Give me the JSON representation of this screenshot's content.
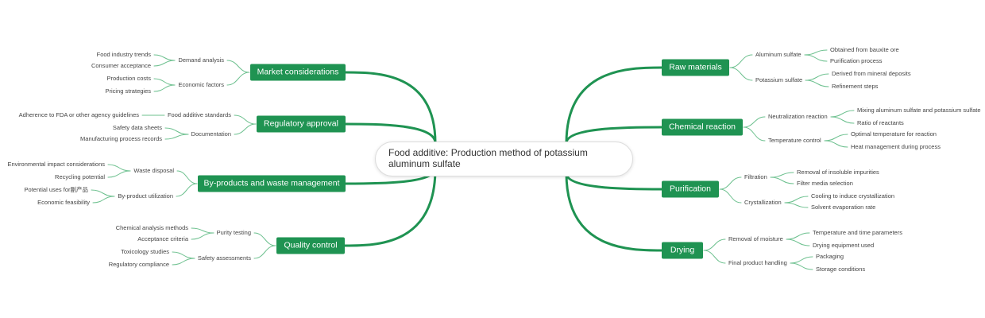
{
  "center": {
    "title": "Food additive: Production method of potassium aluminum sulfate"
  },
  "colors": {
    "branch": "#1f9352",
    "thin_link": "#6cc08e",
    "text": "#444444"
  },
  "left_branches": [
    {
      "label": "Market considerations",
      "children": [
        {
          "label": "Demand analysis",
          "children": [
            "Food industry trends",
            "Consumer acceptance"
          ]
        },
        {
          "label": "Economic factors",
          "children": [
            "Production costs",
            "Pricing strategies"
          ]
        }
      ]
    },
    {
      "label": "Regulatory approval",
      "children": [
        {
          "label": "Food additive standards",
          "children": [
            "Adherence to FDA or other agency guidelines"
          ]
        },
        {
          "label": "Documentation",
          "children": [
            "Safety data sheets",
            "Manufacturing process records"
          ]
        }
      ]
    },
    {
      "label": "By-products and waste management",
      "children": [
        {
          "label": "Waste disposal",
          "children": [
            "Environmental impact considerations",
            "Recycling potential"
          ]
        },
        {
          "label": "By-product utilization",
          "children": [
            "Potential uses for副产品",
            "Economic feasibility"
          ]
        }
      ]
    },
    {
      "label": "Quality control",
      "children": [
        {
          "label": "Purity testing",
          "children": [
            "Chemical analysis methods",
            "Acceptance criteria"
          ]
        },
        {
          "label": "Safety assessments",
          "children": [
            "Toxicology studies",
            "Regulatory compliance"
          ]
        }
      ]
    }
  ],
  "right_branches": [
    {
      "label": "Raw materials",
      "children": [
        {
          "label": "Aluminum sulfate",
          "children": [
            "Obtained from bauxite ore",
            "Purification process"
          ]
        },
        {
          "label": "Potassium sulfate",
          "children": [
            "Derived from mineral deposits",
            "Refinement steps"
          ]
        }
      ]
    },
    {
      "label": "Chemical reaction",
      "children": [
        {
          "label": "Neutralization reaction",
          "children": [
            "Mixing aluminum sulfate and potassium sulfate",
            "Ratio of reactants"
          ]
        },
        {
          "label": "Temperature control",
          "children": [
            "Optimal temperature for reaction",
            "Heat management during process"
          ]
        }
      ]
    },
    {
      "label": "Purification",
      "children": [
        {
          "label": "Filtration",
          "children": [
            "Removal of insoluble impurities",
            "Filter media selection"
          ]
        },
        {
          "label": "Crystallization",
          "children": [
            "Cooling to induce crystallization",
            "Solvent evaporation rate"
          ]
        }
      ]
    },
    {
      "label": "Drying",
      "children": [
        {
          "label": "Removal of moisture",
          "children": [
            "Temperature and time parameters",
            "Drying equipment used"
          ]
        },
        {
          "label": "Final product handling",
          "children": [
            "Packaging",
            "Storage conditions"
          ]
        }
      ]
    }
  ]
}
